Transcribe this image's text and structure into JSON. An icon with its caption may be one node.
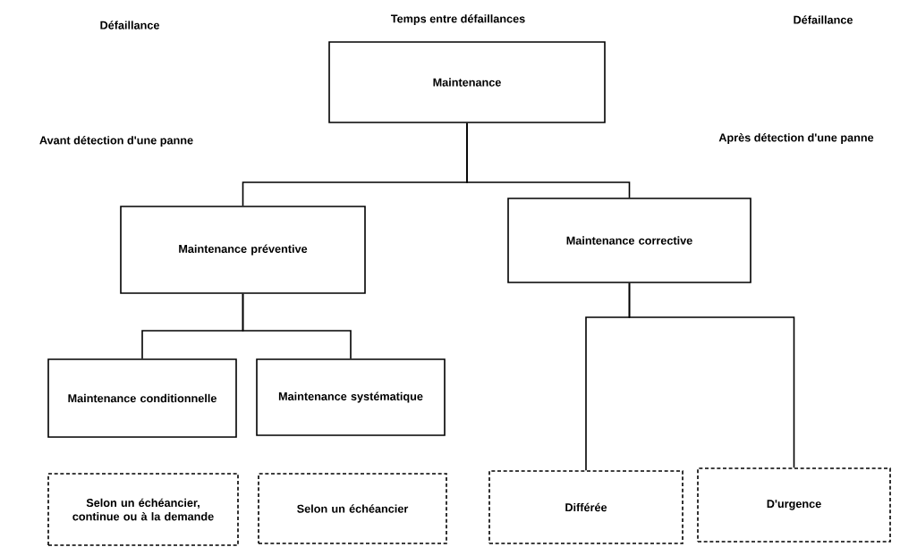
{
  "diagram": {
    "nodes": [
      {
        "text": [
          "Maintenance"
        ]
      },
      {
        "text": [
          "Maintenance préventive"
        ]
      },
      {
        "text": [
          "Maintenance corrective"
        ]
      },
      {
        "text": [
          "Maintenance conditionnelle"
        ]
      },
      {
        "text": [
          "Maintenance systématique"
        ]
      },
      {
        "text": [
          "Selon un échéancier, continue ou à la demande"
        ]
      },
      {
        "text": [
          "Selon un échéancier"
        ]
      },
      {
        "text": [
          "Différée"
        ]
      },
      {
        "text": [
          "D'urgence"
        ]
      }
    ],
    "edges": [
      {
        "from": 0,
        "to": 1,
        "arrow": "none"
      },
      {
        "from": 0,
        "to": 2,
        "arrow": "none"
      },
      {
        "from": 1,
        "to": 3,
        "arrow": "none"
      },
      {
        "from": 1,
        "to": 4,
        "arrow": "none"
      },
      {
        "from": 2,
        "to": 7,
        "arrow": "none"
      },
      {
        "from": 2,
        "to": 8,
        "arrow": "none"
      }
    ],
    "labels": [
      "Défaillance",
      "Temps entre défaillances",
      "Défaillance",
      "Avant détection d'une panne",
      "Après détection d'une panne"
    ]
  }
}
